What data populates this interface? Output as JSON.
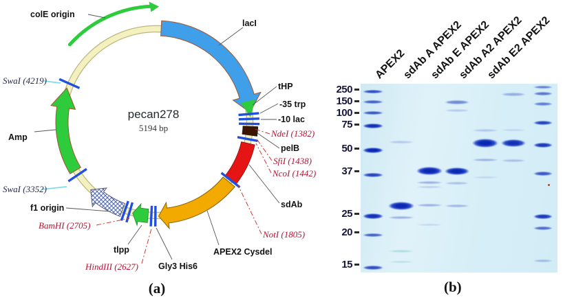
{
  "panels": {
    "a_label": "(a)",
    "b_label": "(b)"
  },
  "plasmid": {
    "title": "pecan278",
    "size": "5194 bp",
    "features": {
      "cole_origin": "colE origin",
      "laci": "lacI",
      "thp": "tHP",
      "trp35": "-35 trp",
      "lac10": "-10 lac",
      "pelb": "pelB",
      "sdab": "sdAb",
      "apex2": "APEX2 Cysdel",
      "gly3his6": "Gly3 His6",
      "tlpp": "tlpp",
      "f1": "f1 origin",
      "amp": "Amp"
    },
    "sites": {
      "swai4219": "SwaI (4219)",
      "ndei": "NdeI (1382)",
      "sfii": "SfiI (1438)",
      "ncoi": "NcoI (1442)",
      "noti": "NotI (1805)",
      "bamhi": "BamHI (2705)",
      "hindiii": "HindIII (2627)",
      "swai3352": "SwaI (3352)"
    }
  },
  "gel": {
    "lane_labels": [
      {
        "text": "APEX2",
        "x": 20.6
      },
      {
        "text": "sdAb A APEX2",
        "x": 35.0
      },
      {
        "text": "sdAb E APEX2",
        "x": 49.0
      },
      {
        "text": "sdAb A2 APEX2",
        "x": 63.3
      },
      {
        "text": "sdAb E2 APEX2",
        "x": 77.6
      }
    ],
    "markers": [
      {
        "label": "250",
        "y": 3.3
      },
      {
        "label": "150",
        "y": 9.5
      },
      {
        "label": "100",
        "y": 15.6
      },
      {
        "label": "75",
        "y": 21.8
      },
      {
        "label": "50",
        "y": 34.5
      },
      {
        "label": "37",
        "y": 46.5
      },
      {
        "label": "25",
        "y": 69.1
      },
      {
        "label": "20",
        "y": 78.9
      },
      {
        "label": "15",
        "y": 96.0
      }
    ],
    "lanes": [
      {
        "name": "ladder-left",
        "x": 6.3,
        "w": 10.5,
        "bands": [
          {
            "y": 4.0,
            "i": 0.8,
            "h": 5
          },
          {
            "y": 9.5,
            "i": 0.7,
            "h": 5
          },
          {
            "y": 15.3,
            "i": 0.75,
            "h": 5
          },
          {
            "y": 22.2,
            "i": 0.95,
            "h": 7
          },
          {
            "y": 35.3,
            "i": 1,
            "h": 8
          },
          {
            "y": 48.4,
            "i": 0.85,
            "h": 6
          },
          {
            "y": 70.2,
            "i": 0.95,
            "h": 8
          },
          {
            "y": 80.0,
            "i": 0.7,
            "h": 5
          },
          {
            "y": 97.5,
            "i": 0.8,
            "h": 6
          }
        ]
      },
      {
        "name": "apex2",
        "x": 20.6,
        "w": 13.5,
        "bands": [
          {
            "y": 30.9,
            "i": 0.18,
            "h": 4
          },
          {
            "y": 64.7,
            "i": 1,
            "h": 12
          },
          {
            "y": 70.9,
            "i": 0.3,
            "h": 4
          },
          {
            "y": 88.7,
            "i": 0.3,
            "h": 4,
            "c": "#49b0a8"
          },
          {
            "y": 94.2,
            "i": 0.25,
            "h": 3,
            "c": "#49b0a8"
          }
        ]
      },
      {
        "name": "sdab-a-apex2",
        "x": 35.0,
        "w": 13.5,
        "bands": [
          {
            "y": 46.2,
            "i": 1,
            "h": 12
          },
          {
            "y": 52.4,
            "i": 0.3,
            "h": 4
          },
          {
            "y": 54.9,
            "i": 0.18,
            "h": 3
          },
          {
            "y": 64.4,
            "i": 0.3,
            "h": 4
          },
          {
            "y": 74.9,
            "i": 0.12,
            "h": 3
          }
        ]
      },
      {
        "name": "sdab-e-apex2",
        "x": 49.0,
        "w": 12.5,
        "bands": [
          {
            "y": 9.8,
            "i": 0.5,
            "h": 6
          },
          {
            "y": 14.2,
            "i": 0.18,
            "h": 4
          },
          {
            "y": 46.5,
            "i": 1,
            "h": 11
          },
          {
            "y": 52.7,
            "i": 0.22,
            "h": 4
          },
          {
            "y": 64.7,
            "i": 0.28,
            "h": 4
          }
        ]
      },
      {
        "name": "sdab-a2-apex2",
        "x": 63.3,
        "w": 13,
        "bands": [
          {
            "y": 24.7,
            "i": 0.18,
            "h": 4
          },
          {
            "y": 31.3,
            "i": 1,
            "h": 13
          },
          {
            "y": 40.4,
            "i": 0.28,
            "h": 4
          },
          {
            "y": 49.5,
            "i": 0.12,
            "h": 3
          }
        ]
      },
      {
        "name": "sdab-e2-apex2",
        "x": 77.6,
        "w": 12.5,
        "bands": [
          {
            "y": 5.5,
            "i": 0.3,
            "h": 5
          },
          {
            "y": 24.7,
            "i": 0.12,
            "h": 3
          },
          {
            "y": 31.6,
            "i": 0.95,
            "h": 11
          },
          {
            "y": 40.7,
            "i": 0.22,
            "h": 4
          }
        ]
      },
      {
        "name": "ladder-right",
        "x": 92.7,
        "w": 10,
        "bands": [
          {
            "y": 1.8,
            "i": 0.55,
            "h": 4
          },
          {
            "y": 5.1,
            "i": 0.6,
            "h": 5
          },
          {
            "y": 10.9,
            "i": 0.55,
            "h": 5
          },
          {
            "y": 20.7,
            "i": 0.85,
            "h": 6
          },
          {
            "y": 32.4,
            "i": 0.9,
            "h": 7
          },
          {
            "y": 47.6,
            "i": 0.75,
            "h": 6
          },
          {
            "y": 70.5,
            "i": 0.9,
            "h": 7
          },
          {
            "y": 76.7,
            "i": 0.65,
            "h": 5
          },
          {
            "y": 93.8,
            "i": 0.25,
            "h": 4
          }
        ]
      }
    ]
  },
  "colors": {
    "laci": "#3f9fe8",
    "green": "#2ecb3c",
    "sdab": "#e51515",
    "apex2": "#f2a900",
    "backbone": "#f4f0c0",
    "tick": "#2050dd",
    "site_label": "#b01535",
    "gel_band": "#1d3cc2",
    "gel_bg": "#d9eef7"
  }
}
